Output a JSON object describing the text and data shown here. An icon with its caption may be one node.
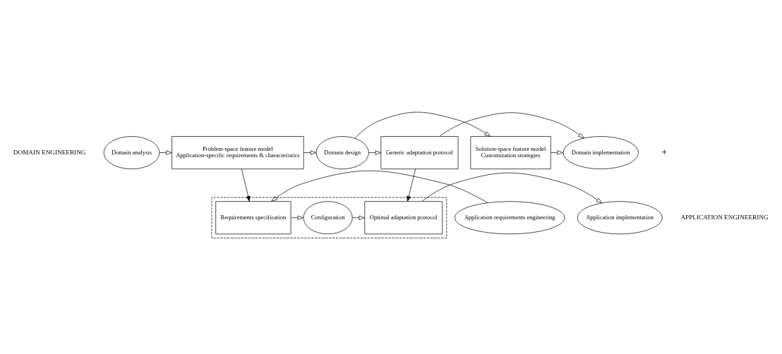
{
  "diagram": {
    "nodes": [
      {
        "text": [
          "Domain analysis"
        ]
      },
      {
        "text": [
          "Problem-space feature model",
          "Application-specific requirements & characteristics"
        ]
      },
      {
        "text": [
          "Domain design"
        ]
      },
      {
        "text": [
          "Solution-space feature model",
          "Customization strategies"
        ]
      },
      {
        "text": [
          "Generic adaptation protocol"
        ]
      },
      {
        "text": [
          "Domain implementation"
        ]
      },
      {
        "text": [
          "Application requirements engineering"
        ]
      },
      {
        "text": [],
        "shape": "box"
      },
      {
        "text": [
          "Requirements specification"
        ],
        "in": 7
      },
      {
        "text": [
          "Configuration"
        ],
        "in": 7
      },
      {
        "text": [
          "Optimal adaptation protocol"
        ],
        "in": 7
      },
      {
        "text": [
          "Application implementation"
        ]
      }
    ],
    "edges": [
      {
        "from": 0,
        "to": 1,
        "arrow": "to"
      },
      {
        "from": 1,
        "to": 2,
        "arrow": "to"
      },
      {
        "from": 2,
        "to": 3,
        "arrow": "to"
      },
      {
        "from": 2,
        "to": 4,
        "arrow": "to"
      },
      {
        "from": 3,
        "to": 5,
        "arrow": "to"
      },
      {
        "from": 4,
        "to": 5,
        "arrow": "to"
      },
      {
        "from": 1,
        "to": 8,
        "arrow": "to"
      },
      {
        "from": 4,
        "to": 10,
        "arrow": "to"
      },
      {
        "from": 6,
        "to": 8,
        "arrow": "to"
      },
      {
        "from": 8,
        "to": 9,
        "arrow": "to"
      },
      {
        "from": 9,
        "to": 10,
        "arrow": "to"
      },
      {
        "from": 10,
        "to": 11,
        "arrow": "to"
      }
    ],
    "labels": [
      "DOMAIN ENGINEERING",
      "+",
      "APPLICATION ENGINEERING"
    ]
  }
}
